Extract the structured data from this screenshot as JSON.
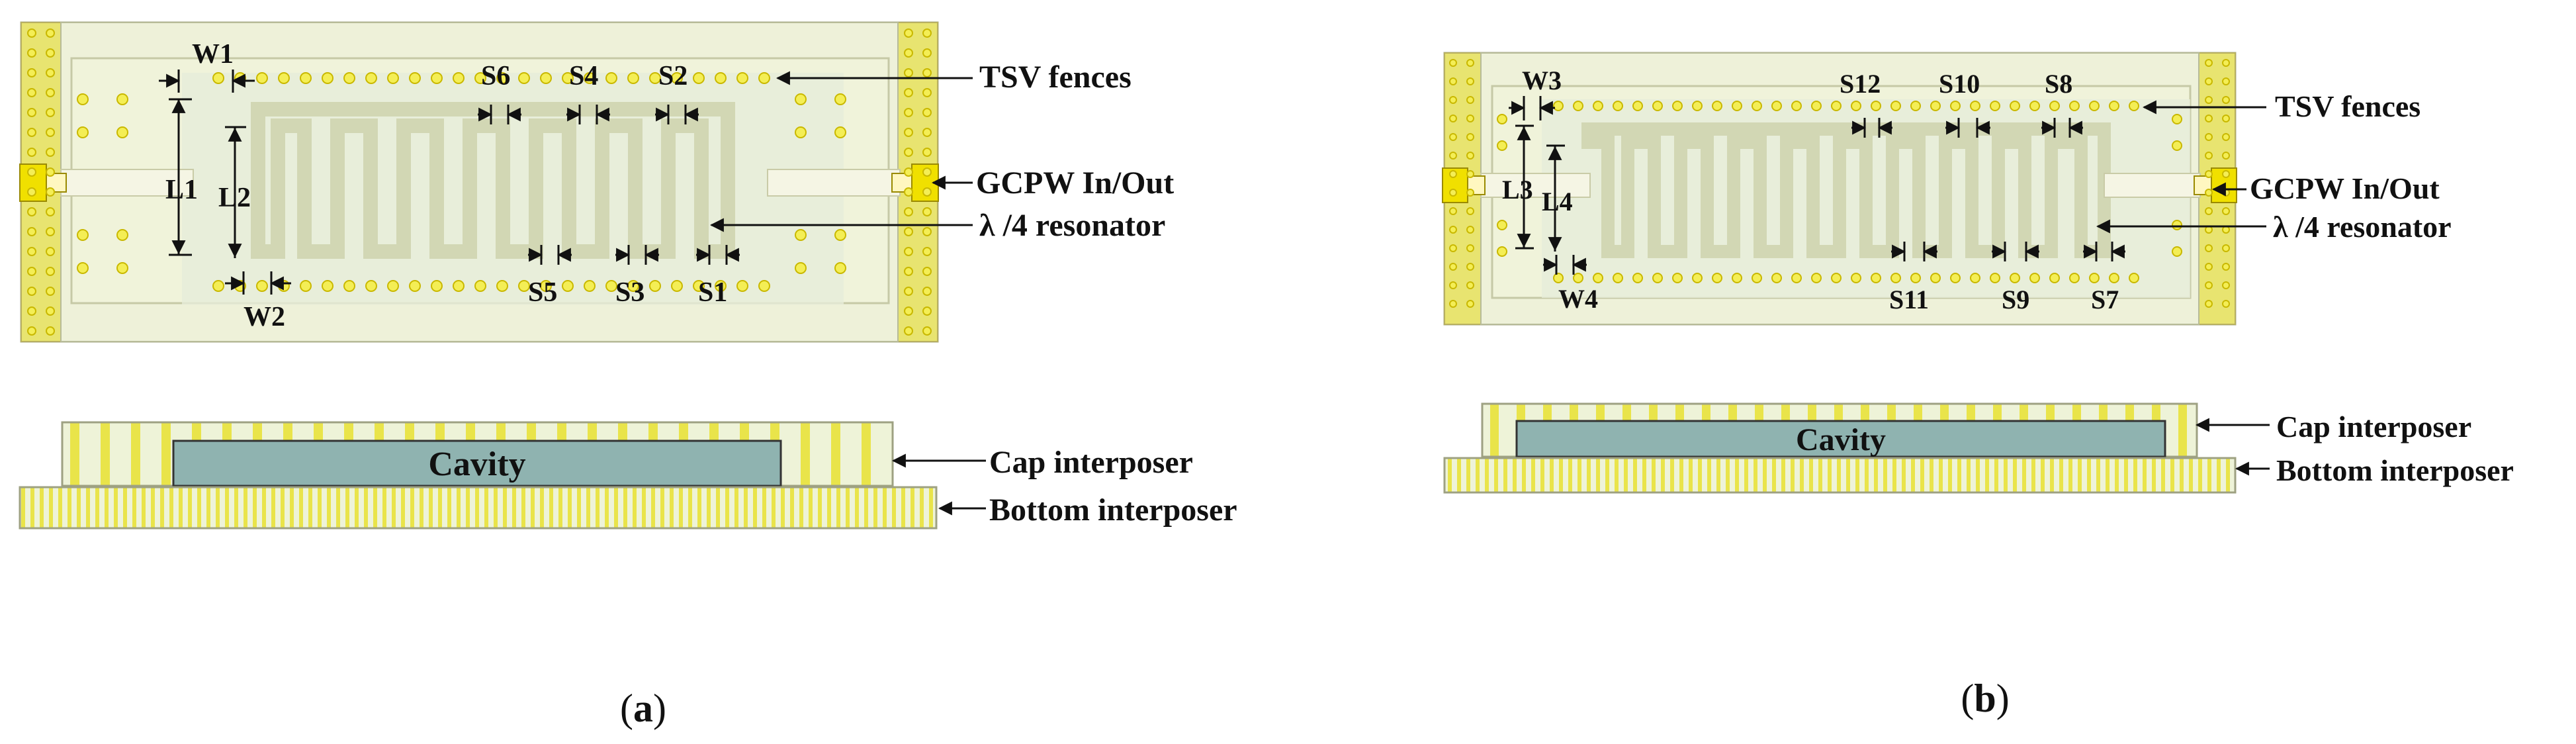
{
  "figure_a": {
    "caption_letter": "a",
    "labels": {
      "tsv": "TSV fences",
      "gcpw": "GCPW In/Out",
      "resonator": "λ /4 resonator",
      "cap": "Cap interposer",
      "bottom": "Bottom interposer",
      "cavity": "Cavity"
    },
    "dimensions": {
      "W1": "W1",
      "W2": "W2",
      "L1": "L1",
      "L2": "L2",
      "S1": "S1",
      "S2": "S2",
      "S3": "S3",
      "S4": "S4",
      "S5": "S5",
      "S6": "S6"
    }
  },
  "figure_b": {
    "caption_letter": "b",
    "labels": {
      "tsv": "TSV fences",
      "gcpw": "GCPW In/Out",
      "resonator": "λ /4 resonator",
      "cap": "Cap interposer",
      "bottom": "Bottom interposer",
      "cavity": "Cavity"
    },
    "dimensions": {
      "W3": "W3",
      "W4": "W4",
      "L3": "L3",
      "L4": "L4",
      "S7": "S7",
      "S8": "S8",
      "S9": "S9",
      "S10": "S10",
      "S11": "S11",
      "S12": "S12"
    }
  },
  "colors": {
    "pad": "#f0e000",
    "via": "#f4ee55",
    "board": "#eef0d0",
    "panel": "#f3f6df",
    "cavity": "#8fb3b0"
  }
}
